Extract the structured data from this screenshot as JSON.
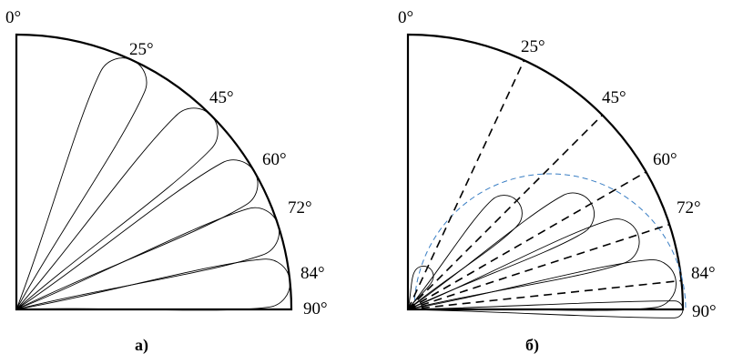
{
  "panels": [
    {
      "caption": "а)",
      "top_label": "0°",
      "angle_labels": [
        "25°",
        "45°",
        "60°",
        "72°",
        "84°"
      ],
      "end_label": "90°",
      "lobe_directions_deg": [
        25,
        45,
        60,
        72,
        84
      ],
      "lobe_relative_length": [
        1,
        1,
        1,
        1,
        1
      ],
      "dashed_rays": false,
      "envelope": false
    },
    {
      "caption": "б)",
      "top_label": "0°",
      "angle_labels": [
        "25°",
        "45°",
        "60°",
        "72°",
        "84°"
      ],
      "end_label": "90°",
      "lobe_directions_deg": [
        25,
        45,
        60,
        72,
        84,
        90
      ],
      "lobe_relative_length": [
        0.17,
        0.56,
        0.77,
        0.88,
        0.98,
        1
      ],
      "dashed_rays": true,
      "envelope": true
    }
  ],
  "colors": {
    "line": "#000000",
    "envelope": "#3b7fc4",
    "background": "#ffffff"
  }
}
